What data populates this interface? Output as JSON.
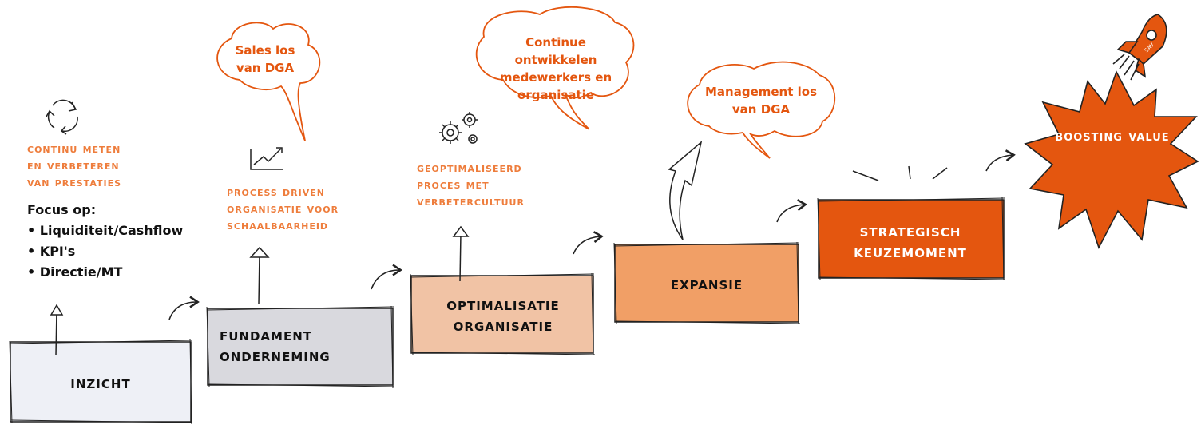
{
  "left_block": {
    "caption": [
      "Continu meten",
      "en verbeteren",
      "van prestaties"
    ],
    "focus_title": "Focus op:",
    "focus_items": [
      "Liquiditeit/Cashflow",
      "KPI's",
      "Directie/MT"
    ]
  },
  "steps": [
    {
      "label": "Inzicht",
      "fill": "#eef0f6"
    },
    {
      "label": "Fundament onderneming",
      "fill": "#d9d9de"
    },
    {
      "label": "Optimalisatie organisatie",
      "fill": "#f1c3a5"
    },
    {
      "label": "Expansie",
      "fill": "#f19f66"
    },
    {
      "label": "Strategisch keuzemoment",
      "fill": "#e4560f"
    }
  ],
  "annotations": [
    [
      "Process driven",
      "organisatie voor",
      "schaalbaarheid"
    ],
    [
      "Geoptimaliseerd",
      "proces met",
      "verbetercultuur"
    ]
  ],
  "bubbles": [
    [
      "Sales los",
      "van DGA"
    ],
    [
      "Continue ontwikkelen",
      "medewerkers en",
      "organisatie"
    ],
    [
      "Management los",
      "van DGA"
    ]
  ],
  "burst": {
    "label": "Boosting value",
    "fill": "#e4560f"
  },
  "rocket_badge": "SAV",
  "colors": {
    "accent": "#e4560f",
    "caption": "#ee7d3c",
    "ink": "#111111"
  },
  "icons": [
    "recycle-icon",
    "trend-chart-icon",
    "gears-icon",
    "rocket-icon",
    "lightning-icon"
  ]
}
